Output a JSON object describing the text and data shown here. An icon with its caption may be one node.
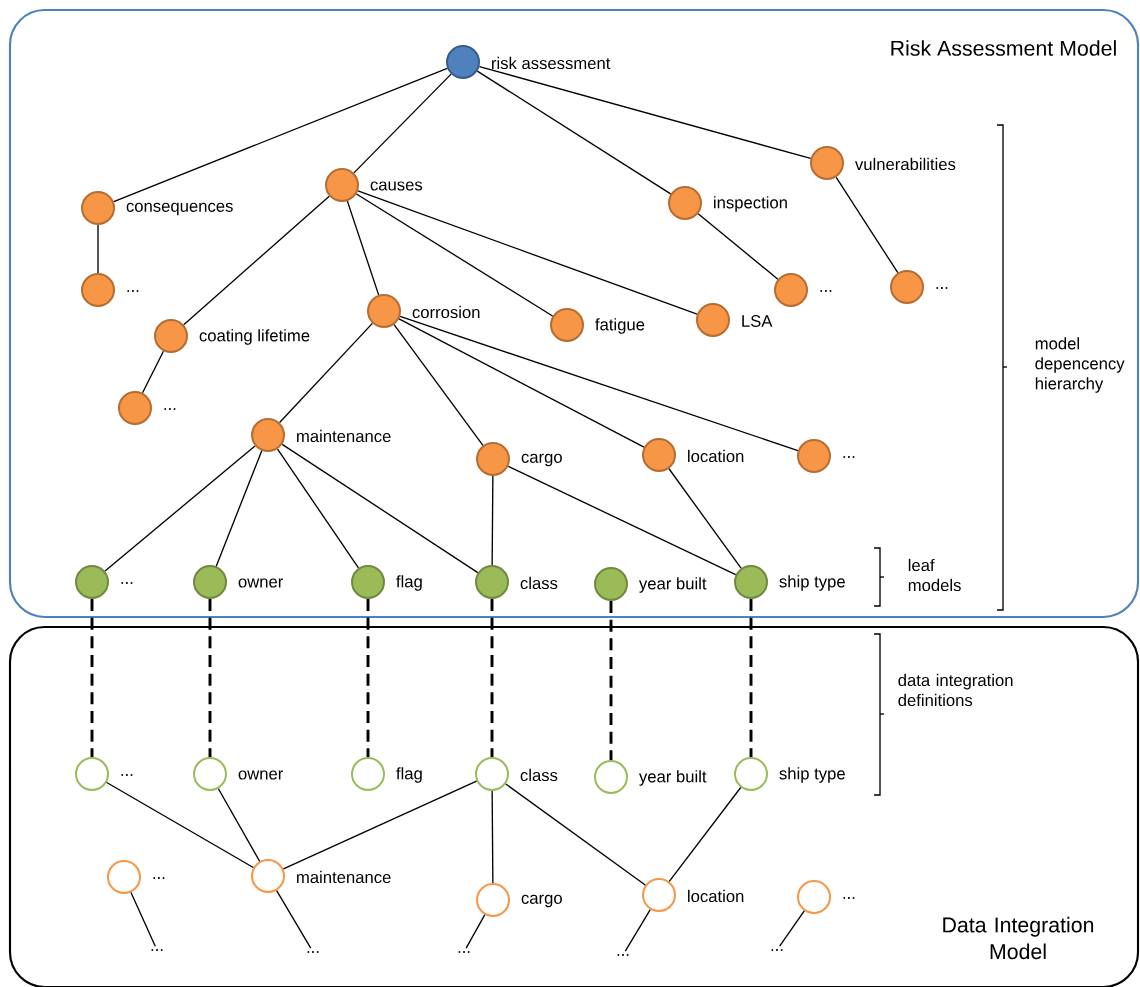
{
  "diagram": {
    "nodes": [
      {
        "text": [
          "Risk Assessment Model"
        ]
      },
      {
        "text": [
          "Data Integration Model"
        ]
      },
      {
        "text": [],
        "shape": "circle",
        "beside": [
          "risk assessment"
        ],
        "in": 0
      },
      {
        "text": [],
        "shape": "circle",
        "beside": [
          "consequences"
        ],
        "in": 0
      },
      {
        "text": [],
        "shape": "circle",
        "beside": [
          "causes"
        ],
        "in": 0
      },
      {
        "text": [],
        "shape": "circle",
        "beside": [
          "inspection"
        ],
        "in": 0
      },
      {
        "text": [],
        "shape": "circle",
        "beside": [
          "vulnerabilities"
        ],
        "in": 0
      },
      {
        "text": [],
        "shape": "circle",
        "beside": [
          "..."
        ],
        "in": 0
      },
      {
        "text": [],
        "shape": "circle",
        "beside": [
          "coating lifetime"
        ],
        "in": 0
      },
      {
        "text": [],
        "shape": "circle",
        "beside": [
          "corrosion"
        ],
        "in": 0
      },
      {
        "text": [],
        "shape": "circle",
        "beside": [
          "fatigue"
        ],
        "in": 0
      },
      {
        "text": [],
        "shape": "circle",
        "beside": [
          "LSA"
        ],
        "in": 0
      },
      {
        "text": [],
        "shape": "circle",
        "beside": [
          "..."
        ],
        "in": 0
      },
      {
        "text": [],
        "shape": "circle",
        "beside": [
          "..."
        ],
        "in": 0
      },
      {
        "text": [],
        "shape": "circle",
        "beside": [
          "..."
        ],
        "in": 0
      },
      {
        "text": [],
        "shape": "circle",
        "beside": [
          "maintenance"
        ],
        "in": 0
      },
      {
        "text": [],
        "shape": "circle",
        "beside": [
          "cargo"
        ],
        "in": 0
      },
      {
        "text": [],
        "shape": "circle",
        "beside": [
          "location"
        ],
        "in": 0
      },
      {
        "text": [],
        "shape": "circle",
        "beside": [
          "..."
        ],
        "in": 0
      },
      {
        "text": [],
        "shape": "circle",
        "beside": [
          "..."
        ],
        "in": 0
      },
      {
        "text": [],
        "shape": "circle",
        "beside": [
          "owner"
        ],
        "in": 0
      },
      {
        "text": [],
        "shape": "circle",
        "beside": [
          "flag"
        ],
        "in": 0
      },
      {
        "text": [],
        "shape": "circle",
        "beside": [
          "class"
        ],
        "in": 0
      },
      {
        "text": [],
        "shape": "circle",
        "beside": [
          "year built"
        ],
        "in": 0
      },
      {
        "text": [],
        "shape": "circle",
        "beside": [
          "ship type"
        ],
        "in": 0
      },
      {
        "text": [],
        "shape": "circle",
        "beside": [
          "..."
        ],
        "in": 1
      },
      {
        "text": [],
        "shape": "circle",
        "beside": [
          "owner"
        ],
        "in": 1
      },
      {
        "text": [],
        "shape": "circle",
        "beside": [
          "flag"
        ],
        "in": 1
      },
      {
        "text": [],
        "shape": "circle",
        "beside": [
          "class"
        ],
        "in": 1
      },
      {
        "text": [],
        "shape": "circle",
        "beside": [
          "year built"
        ],
        "in": 1
      },
      {
        "text": [],
        "shape": "circle",
        "beside": [
          "ship type"
        ],
        "in": 1
      },
      {
        "text": [],
        "shape": "circle",
        "beside": [
          "..."
        ],
        "in": 1
      },
      {
        "text": [],
        "shape": "circle",
        "beside": [
          "maintenance"
        ],
        "in": 1
      },
      {
        "text": [],
        "shape": "circle",
        "beside": [
          "cargo"
        ],
        "in": 1
      },
      {
        "text": [],
        "shape": "circle",
        "beside": [
          "location"
        ],
        "in": 1
      },
      {
        "text": [],
        "shape": "circle",
        "beside": [
          "..."
        ],
        "in": 1
      },
      {
        "text": [
          "..."
        ],
        "in": 1
      },
      {
        "text": [
          "..."
        ],
        "in": 1
      },
      {
        "text": [
          "..."
        ],
        "in": 1
      },
      {
        "text": [
          "..."
        ],
        "in": 1
      },
      {
        "text": [
          "..."
        ],
        "in": 1
      }
    ],
    "edges": [
      {
        "from": 2,
        "to": 3,
        "arrow": "none"
      },
      {
        "from": 2,
        "to": 4,
        "arrow": "none"
      },
      {
        "from": 2,
        "to": 5,
        "arrow": "none"
      },
      {
        "from": 2,
        "to": 6,
        "arrow": "none"
      },
      {
        "from": 3,
        "to": 7,
        "arrow": "none"
      },
      {
        "from": 4,
        "to": 8,
        "arrow": "none"
      },
      {
        "from": 4,
        "to": 9,
        "arrow": "none"
      },
      {
        "from": 4,
        "to": 10,
        "arrow": "none"
      },
      {
        "from": 4,
        "to": 11,
        "arrow": "none"
      },
      {
        "from": 5,
        "to": 12,
        "arrow": "none"
      },
      {
        "from": 6,
        "to": 13,
        "arrow": "none"
      },
      {
        "from": 8,
        "to": 14,
        "arrow": "none"
      },
      {
        "from": 9,
        "to": 15,
        "arrow": "none"
      },
      {
        "from": 9,
        "to": 16,
        "arrow": "none"
      },
      {
        "from": 9,
        "to": 17,
        "arrow": "none"
      },
      {
        "from": 9,
        "to": 18,
        "arrow": "none"
      },
      {
        "from": 15,
        "to": 19,
        "arrow": "none"
      },
      {
        "from": 15,
        "to": 20,
        "arrow": "none"
      },
      {
        "from": 15,
        "to": 21,
        "arrow": "none"
      },
      {
        "from": 15,
        "to": 22,
        "arrow": "none"
      },
      {
        "from": 16,
        "to": 22,
        "arrow": "none"
      },
      {
        "from": 16,
        "to": 24,
        "arrow": "none"
      },
      {
        "from": 17,
        "to": 24,
        "arrow": "none"
      },
      {
        "from": 19,
        "to": 25,
        "arrow": "none",
        "style": "dashed"
      },
      {
        "from": 20,
        "to": 26,
        "arrow": "none",
        "style": "dashed"
      },
      {
        "from": 21,
        "to": 27,
        "arrow": "none",
        "style": "dashed"
      },
      {
        "from": 22,
        "to": 28,
        "arrow": "none",
        "style": "dashed"
      },
      {
        "from": 23,
        "to": 29,
        "arrow": "none",
        "style": "dashed"
      },
      {
        "from": 24,
        "to": 30,
        "arrow": "none",
        "style": "dashed"
      },
      {
        "from": 25,
        "to": 32,
        "arrow": "none"
      },
      {
        "from": 26,
        "to": 32,
        "arrow": "none"
      },
      {
        "from": 28,
        "to": 32,
        "arrow": "none"
      },
      {
        "from": 28,
        "to": 33,
        "arrow": "none"
      },
      {
        "from": 28,
        "to": 34,
        "arrow": "none"
      },
      {
        "from": 30,
        "to": 34,
        "arrow": "none"
      },
      {
        "from": 31,
        "to": 36,
        "arrow": "none"
      },
      {
        "from": 32,
        "to": 37,
        "arrow": "none"
      },
      {
        "from": 33,
        "to": 38,
        "arrow": "none"
      },
      {
        "from": 34,
        "to": 39,
        "arrow": "none"
      },
      {
        "from": 35,
        "to": 40,
        "arrow": "none"
      }
    ],
    "labels": [
      "model depencency hierarchy",
      "leaf models",
      "data integration definitions"
    ]
  }
}
